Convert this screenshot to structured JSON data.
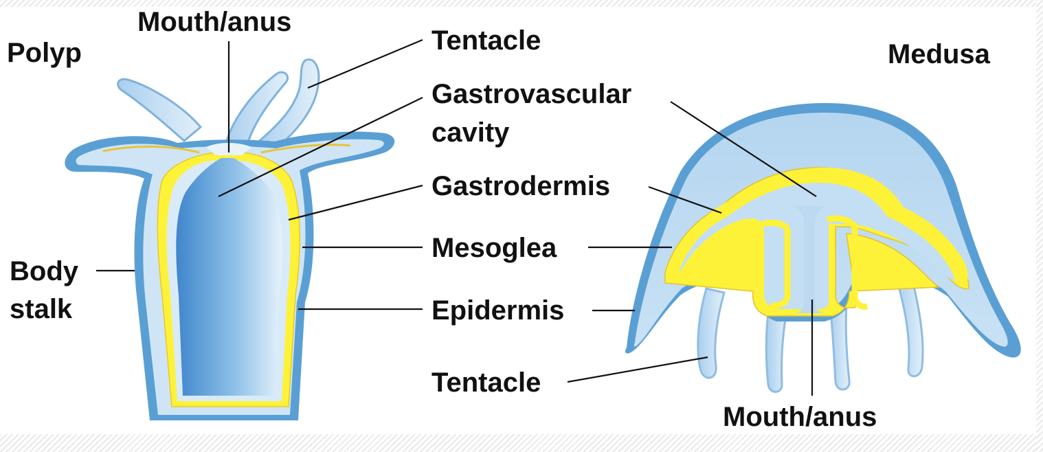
{
  "polyp": {
    "title": "Polyp",
    "labels": {
      "mouth_anus": "Mouth/anus",
      "body_stalk_line1": "Body",
      "body_stalk_line2": "stalk"
    }
  },
  "medusa": {
    "title": "Medusa",
    "labels": {
      "mouth_anus": "Mouth/anus",
      "tentacle": "Tentacle"
    }
  },
  "shared_labels": {
    "tentacle": "Tentacle",
    "gastrovascular_line1": "Gastrovascular",
    "gastrovascular_line2": "cavity",
    "gastrodermis": "Gastrodermis",
    "mesoglea": "Mesoglea",
    "epidermis": "Epidermis"
  },
  "colors": {
    "epidermis": "#5a9fd4",
    "mesoglea": "#fdf238",
    "tissue_light": "#b8d8f0",
    "cavity_dark": "#4f93d2",
    "label_text": "#111111"
  }
}
